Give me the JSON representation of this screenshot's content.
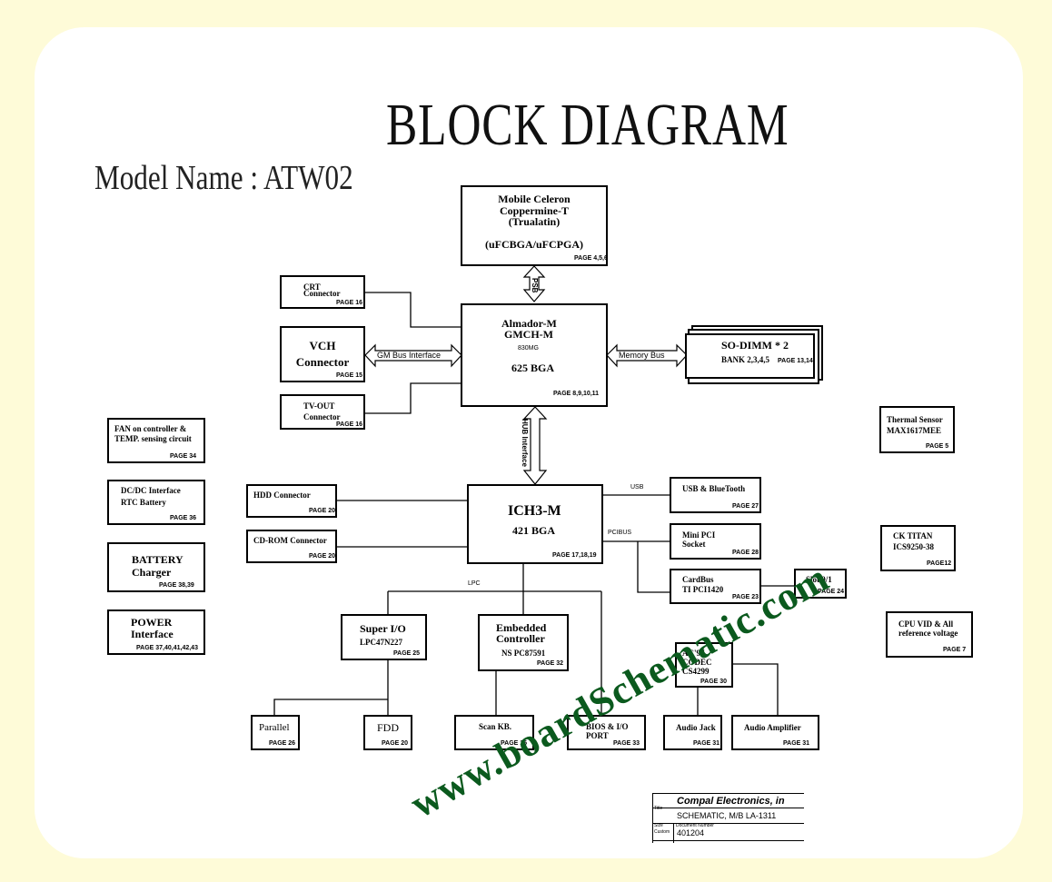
{
  "title": "BLOCK DIAGRAM",
  "model_name": "Model Name : ATW02",
  "watermark": "www.boardSchematic.com",
  "blocks": {
    "cpu": {
      "lines": [
        "Mobile Celeron",
        "Coppermine-T",
        "(Trualatin)",
        "(uFCBGA/uFCPGA)"
      ],
      "page": "PAGE 4,5,6"
    },
    "crt": {
      "lines": [
        "CRT",
        "Connector"
      ],
      "page": "PAGE 16"
    },
    "vch": {
      "lines": [
        "VCH",
        "Connector"
      ],
      "page": "PAGE 15"
    },
    "tvout": {
      "lines": [
        "TV-OUT",
        "Connector"
      ],
      "page": "PAGE 16"
    },
    "gmch": {
      "lines": [
        "Almador-M",
        "GMCH-M",
        "830MG",
        "625 BGA"
      ],
      "page": "PAGE 8,9,10,11"
    },
    "sodimm": {
      "lines": [
        "SO-DIMM * 2",
        "BANK 2,3,4,5"
      ],
      "page": "PAGE 13,14"
    },
    "fan": {
      "lines": [
        "FAN on controller &",
        "TEMP. sensing circuit"
      ],
      "page": "PAGE 34"
    },
    "dcdc": {
      "lines": [
        "DC/DC Interface",
        "RTC Battery"
      ],
      "page": "PAGE 36"
    },
    "battery": {
      "lines": [
        "BATTERY",
        "Charger"
      ],
      "page": "PAGE 38,39"
    },
    "power": {
      "lines": [
        "POWER",
        "Interface"
      ],
      "page": "PAGE 37,40,41,42,43"
    },
    "thermal": {
      "lines": [
        "Thermal Sensor",
        "MAX1617MEE"
      ],
      "page": "PAGE 5"
    },
    "cktitan": {
      "lines": [
        "CK TITAN",
        "ICS9250-38"
      ],
      "page": "PAGE12"
    },
    "cpuvid": {
      "lines": [
        "CPU VID & All",
        "reference voltage"
      ],
      "page": "PAGE 7"
    },
    "hdd": {
      "lines": [
        "HDD Connector"
      ],
      "page": "PAGE 20"
    },
    "cdrom": {
      "lines": [
        "CD-ROM Connector"
      ],
      "page": "PAGE 20"
    },
    "ich3": {
      "lines": [
        "ICH3-M",
        "421 BGA"
      ],
      "page": "PAGE 17,18,19"
    },
    "usb": {
      "lines": [
        "USB & BlueTooth"
      ],
      "page": "PAGE 27"
    },
    "minipci": {
      "lines": [
        "Mini PCI",
        "Socket"
      ],
      "page": "PAGE 28"
    },
    "cardbus": {
      "lines": [
        "CardBus",
        "TI PCI1420"
      ],
      "page": "PAGE 23"
    },
    "slot": {
      "lines": [
        "Slot 0/1"
      ],
      "page": "PAGE 24"
    },
    "superio": {
      "lines": [
        "Super I/O",
        "LPC47N227"
      ],
      "page": "PAGE 25"
    },
    "ec": {
      "lines": [
        "Embedded",
        "Controller",
        "NS PC87591"
      ],
      "page": "PAGE 32"
    },
    "ac97": {
      "lines": [
        "AC'97",
        "CODEC",
        "CS4299"
      ],
      "page": "PAGE 30"
    },
    "parallel": {
      "lines": [
        "Parallel"
      ],
      "page": "PAGE 26"
    },
    "fdd": {
      "lines": [
        "FDD"
      ],
      "page": "PAGE 20"
    },
    "scankb": {
      "lines": [
        "Scan KB."
      ],
      "page": "PAGE 15"
    },
    "bios": {
      "lines": [
        "BIOS & I/O",
        "PORT"
      ],
      "page": "PAGE 33"
    },
    "audiojack": {
      "lines": [
        "Audio Jack"
      ],
      "page": "PAGE 31"
    },
    "audioamp": {
      "lines": [
        "Audio Amplifier"
      ],
      "page": "PAGE 31"
    }
  },
  "bus_labels": {
    "psb": "PSB",
    "gm_bus": "GM Bus Interface",
    "memory_bus": "Memory Bus",
    "hub": "HUB Interface",
    "usb": "USB",
    "pcibus": "PCIBUS",
    "lpc": "LPC"
  },
  "title_block": {
    "company": "Compal Electronics, in",
    "title_label": "Title",
    "title": "SCHEMATIC, M/B LA-1311",
    "size_label": "Size",
    "custom_label": "Custom",
    "docnum_label": "Document Number",
    "docnum": "401204"
  }
}
